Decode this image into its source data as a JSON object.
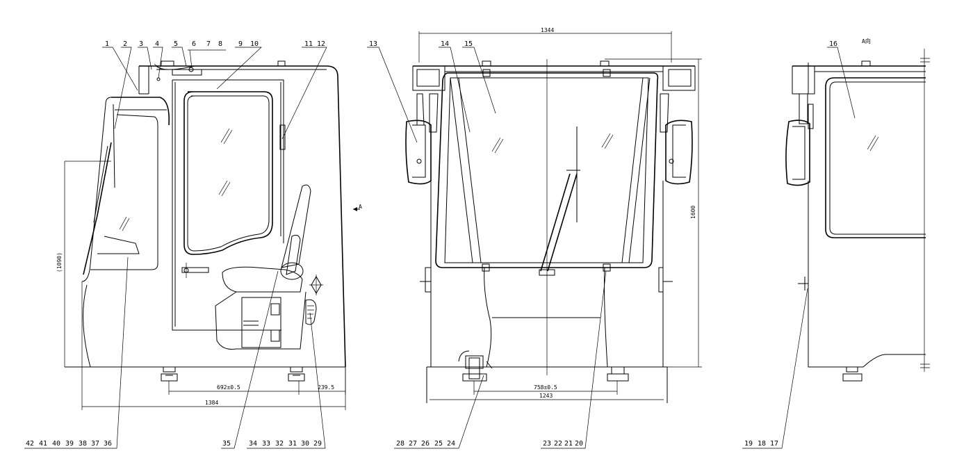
{
  "callouts": {
    "c1": "1",
    "c2": "2",
    "c3": "3",
    "c4": "4",
    "c5": "5",
    "c6": "6",
    "c7": "7",
    "c8": "8",
    "c9": "9",
    "c10": "10",
    "c11": "11",
    "c12": "12",
    "c13": "13",
    "c14": "14",
    "c15": "15",
    "c16": "16",
    "c17": "17",
    "c18": "18",
    "c19": "19",
    "c20": "20",
    "c21": "21",
    "c22": "22",
    "c23": "23",
    "c24": "24",
    "c25": "25",
    "c26": "26",
    "c27": "27",
    "c28": "28",
    "c29": "29",
    "c30": "30",
    "c31": "31",
    "c32": "32",
    "c33": "33",
    "c34": "34",
    "c35": "35",
    "c36": "36",
    "c37": "37",
    "c38": "38",
    "c39": "39",
    "c40": "40",
    "c41": "41",
    "c42": "42"
  },
  "dimensions": {
    "side_height": "(1090)",
    "side_mount_spacing": "692±0.5",
    "side_offset": "239.5",
    "side_width": "1384",
    "front_top_width": "1344",
    "front_height": "1600",
    "front_mount_spacing": "758±0.5",
    "front_base_width": "1243"
  },
  "markers": {
    "view_arrow": "A",
    "view_label": "A向"
  }
}
